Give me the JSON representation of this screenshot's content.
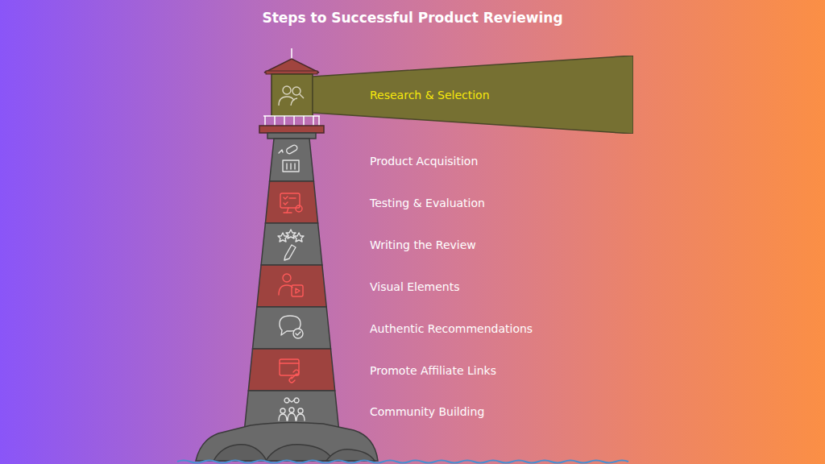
{
  "diagram": {
    "title": "Steps to Successful Product Reviewing",
    "nodes": [
      {
        "text": [
          "Research & Selection"
        ]
      }
    ],
    "labels": [
      "Product Acquisition",
      "Testing & Evaluation",
      "Writing the Review",
      "Visual Elements",
      "Authentic Recommendations",
      "Promote Affiliate Links",
      "Community Building"
    ]
  }
}
